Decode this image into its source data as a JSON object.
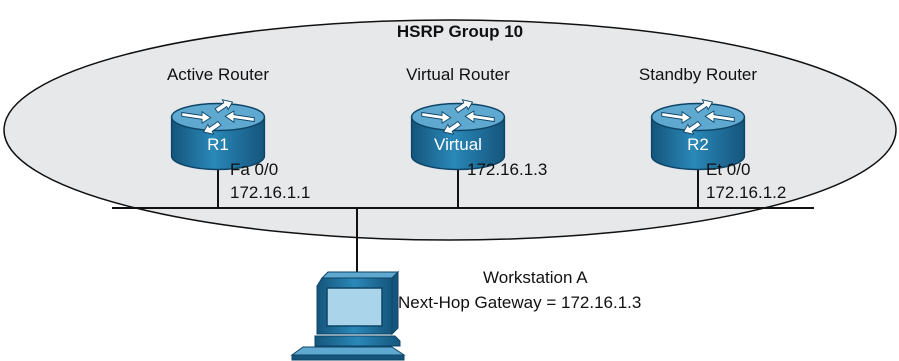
{
  "group": {
    "title": "HSRP Group 10"
  },
  "routers": [
    {
      "role": "Active Router",
      "name": "R1",
      "interface": "Fa 0/0",
      "ip": "172.16.1.1"
    },
    {
      "role": "Virtual Router",
      "name": "Virtual",
      "interface": "",
      "ip": "172.16.1.3"
    },
    {
      "role": "Standby Router",
      "name": "R2",
      "interface": "Et 0/0",
      "ip": "172.16.1.2"
    }
  ],
  "workstation": {
    "name": "Workstation A",
    "gateway_label": "Next-Hop Gateway = 172.16.1.3"
  },
  "colors": {
    "group_fill": "#e6e8ea",
    "router_body": "#1f78a8",
    "router_top": "#5fa8cf",
    "router_dark": "#15557c",
    "pc_body": "#1f78a8",
    "pc_screen": "#a9d4ea",
    "line": "#111111"
  },
  "icons": {
    "router": "router-icon",
    "workstation": "workstation-icon"
  }
}
